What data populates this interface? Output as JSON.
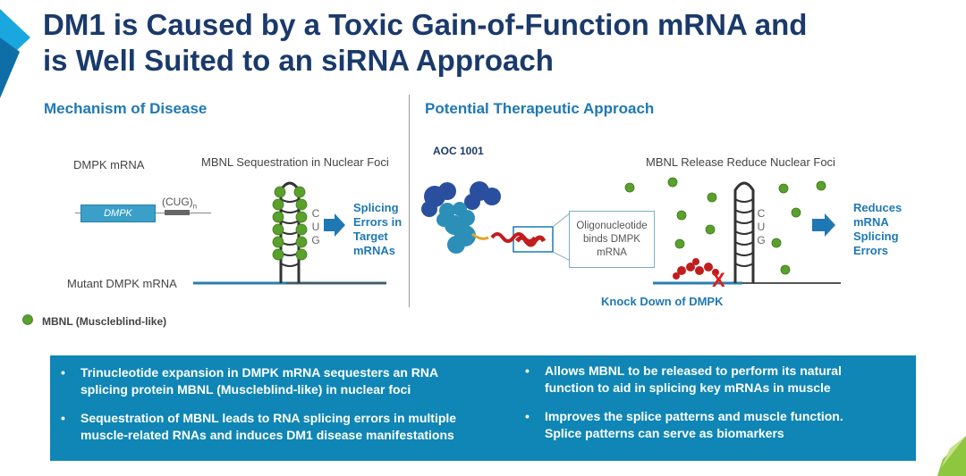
{
  "slide": {
    "title_line1": "DM1 is Caused by a Toxic Gain-of-Function mRNA and",
    "title_line2": "is Well Suited to an siRNA Approach"
  },
  "left": {
    "heading": "Mechanism of Disease",
    "dmpk_mrna_label": "DMPK mRNA",
    "dmpk_box_label": "DMPK",
    "cug_repeat_label": "(CUG)",
    "cug_repeat_subscript": "n",
    "sequestration_label": "MBNL Sequestration in Nuclear Foci",
    "cug_letters": [
      "C",
      "U",
      "G"
    ],
    "result_label": [
      "Splicing",
      "Errors in",
      "Target",
      "mRNAs"
    ],
    "mutant_label": "Mutant DMPK mRNA"
  },
  "right": {
    "heading": "Potential Therapeutic Approach",
    "aoc_label": "AOC 1001",
    "release_label": "MBNL Release Reduce Nuclear Foci",
    "oligo_text": [
      "Oligonucleotide",
      "binds DMPK",
      "mRNA"
    ],
    "cug_letters": [
      "C",
      "U",
      "G"
    ],
    "result_label": [
      "Reduces",
      "mRNA",
      "Splicing",
      "Errors"
    ],
    "knockdown_label": "Knock Down of DMPK",
    "cut_mark": "X"
  },
  "legend": {
    "mbnl_label": "MBNL (Muscleblind-like)"
  },
  "bullets": {
    "left": [
      [
        "Trinucleotide expansion in DMPK mRNA sequesters an RNA",
        "splicing protein MBNL (Muscleblind-like) in nuclear foci"
      ],
      [
        "Sequestration of MBNL leads to RNA splicing errors in multiple",
        "muscle-related RNAs and induces DM1 disease manifestations"
      ]
    ],
    "right": [
      [
        "Allows MBNL to be released to perform its natural",
        "function to aid in splicing key mRNAs in muscle"
      ],
      [
        "Improves the splice patterns and muscle function.",
        "Splice patterns can serve as biomarkers"
      ]
    ],
    "bullet_char": "•"
  },
  "colors": {
    "title": "#1a3a6b",
    "heading": "#1f78b4",
    "mbnl_green": "#5aa02c",
    "box_blue": "#0f86b5",
    "accent_red": "#cc1f1f"
  }
}
